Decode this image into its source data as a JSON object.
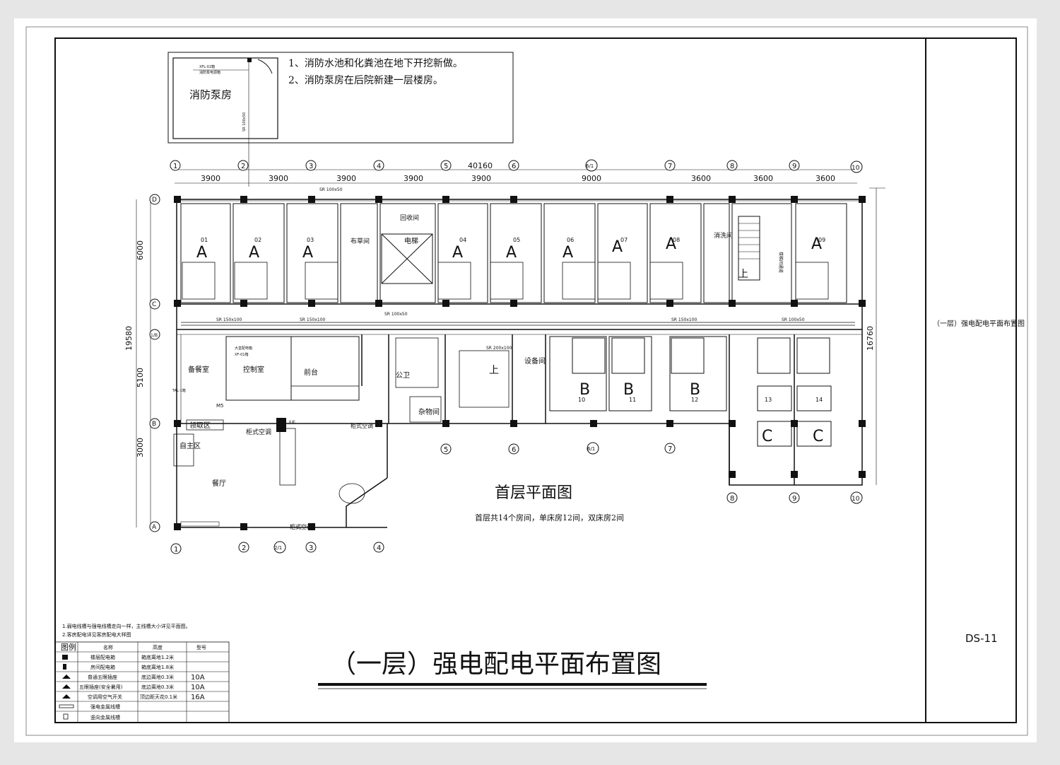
{
  "notes": {
    "note1": "1、消防水池和化粪池在地下开挖新做。",
    "note2": "2、消防泵房在后院新建一层楼房。"
  },
  "pump_room": {
    "label": "消防泵房",
    "panel": "XFL-02箱",
    "panel_sub": "消防泵电源箱",
    "tray": "SR 100x50"
  },
  "axes": {
    "top": [
      "1",
      "2",
      "3",
      "4",
      "5",
      "6",
      "6/1",
      "7",
      "8",
      "9",
      "10"
    ],
    "bottom_right": [
      "5",
      "6",
      "6/1",
      "7"
    ],
    "bottom_far": [
      "8",
      "9",
      "10"
    ],
    "bottom_left": [
      "1",
      "2",
      "2/1",
      "3",
      "4"
    ],
    "rows": [
      "D",
      "C",
      "1/B",
      "B",
      "A"
    ]
  },
  "dims": {
    "total": "40160",
    "spans": [
      "3900",
      "3900",
      "3900",
      "3900",
      "3900",
      "9000",
      "3600",
      "3600",
      "3600"
    ],
    "left_total": "19580",
    "left_spans": [
      "6000",
      "5100",
      "3000"
    ],
    "right_total": "16760"
  },
  "rooms": {
    "guest": [
      {
        "no": "01",
        "type": "A"
      },
      {
        "no": "02",
        "type": "A"
      },
      {
        "no": "03",
        "type": "A"
      },
      {
        "no": "04",
        "type": "A"
      },
      {
        "no": "05",
        "type": "A"
      },
      {
        "no": "06",
        "type": "A"
      },
      {
        "no": "07",
        "type": "A"
      },
      {
        "no": "08",
        "type": "A"
      },
      {
        "no": "09",
        "type": "A"
      }
    ],
    "south": [
      {
        "no": "10",
        "type": "B"
      },
      {
        "no": "11",
        "type": "B"
      },
      {
        "no": "12",
        "type": "B"
      },
      {
        "no": "13",
        "type": "C"
      },
      {
        "no": "14",
        "type": "C"
      }
    ],
    "buzao": "布草间",
    "huishou": "回收间",
    "elevator": "电梯",
    "xiaoxi": "消洗间",
    "stair_up": "上",
    "beican": "备餐室",
    "kongzhi": "控制室",
    "qiantai": "前台",
    "gongwei": "公卫",
    "zawu": "杂物间",
    "shebei": "设备间",
    "lingqu": "领取区",
    "zizhu": "自主区",
    "canting": "餐厅",
    "guishi_1": "柜式空调",
    "guishi_2": "柜式空调",
    "guishi_3": "柜式空调",
    "louti": "楼梯间通道",
    "m5": "M5",
    "tal": "TAL-1箱",
    "xf01": "XF-01箱",
    "dahall": "大堂配电箱",
    "zhuji": "主机"
  },
  "trays": {
    "a": "SR 100x50",
    "b": "SR 150x100",
    "c": "SR 150x100",
    "d": "SR 100x50",
    "e": "SR 200x100",
    "f": "SR 150x100",
    "g": "SR 100x50"
  },
  "plan": {
    "title": "首层平面图",
    "subtitle": "首层共14个房间，单床房12间，双床房2间"
  },
  "legend": {
    "note1": "1.弱电线槽与强电线槽走向一样，主线槽大小详见平面图。",
    "note2": "2.客房配电详见客房配电大样图",
    "headers": [
      "图例",
      "名称",
      "高度",
      "型号"
    ],
    "rows": [
      {
        "name": "楼层配电箱",
        "height": "箱底离地1.2米",
        "model": ""
      },
      {
        "name": "房间配电箱",
        "height": "箱底离地1.8米",
        "model": ""
      },
      {
        "name": "普通五眼插座",
        "height": "底边离地0.3米",
        "model": "10A"
      },
      {
        "name": "五眼插座(安全暑用)",
        "height": "底边离地0.3米",
        "model": "10A"
      },
      {
        "name": "空调用空气开关",
        "height": "顶边距天花0.1米",
        "model": "16A"
      },
      {
        "name": "强电金属线槽",
        "height": "",
        "model": ""
      },
      {
        "name": "竖向金属线槽",
        "height": "",
        "model": ""
      }
    ]
  },
  "main_title": "（一层）强电配电平面布置图",
  "side_title": "（一层）强电配电平面布置图",
  "sheet_no": "DS-11"
}
